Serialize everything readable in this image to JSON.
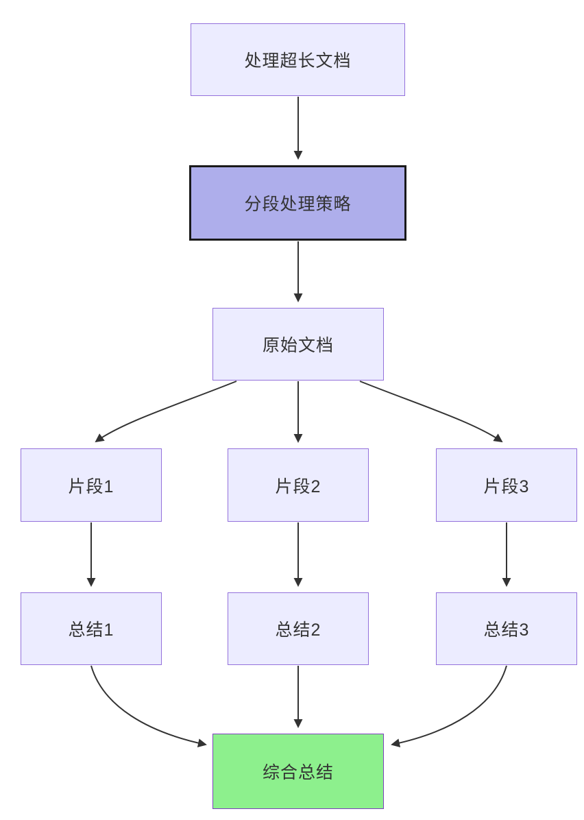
{
  "diagram": {
    "type": "flowchart",
    "direction": "top-down",
    "nodes": [
      {
        "id": "start",
        "label": "处理超长文档",
        "style": "default"
      },
      {
        "id": "strategy",
        "label": "分段处理策略",
        "style": "highlight"
      },
      {
        "id": "source_doc",
        "label": "原始文档",
        "style": "default"
      },
      {
        "id": "fragment_1",
        "label": "片段1",
        "style": "default"
      },
      {
        "id": "fragment_2",
        "label": "片段2",
        "style": "default"
      },
      {
        "id": "fragment_3",
        "label": "片段3",
        "style": "default"
      },
      {
        "id": "summary_1",
        "label": "总结1",
        "style": "default"
      },
      {
        "id": "summary_2",
        "label": "总结2",
        "style": "default"
      },
      {
        "id": "summary_3",
        "label": "总结3",
        "style": "default"
      },
      {
        "id": "final_summary",
        "label": "综合总结",
        "style": "success"
      }
    ],
    "edges": [
      {
        "from": "start",
        "to": "strategy"
      },
      {
        "from": "strategy",
        "to": "source_doc"
      },
      {
        "from": "source_doc",
        "to": "fragment_1"
      },
      {
        "from": "source_doc",
        "to": "fragment_2"
      },
      {
        "from": "source_doc",
        "to": "fragment_3"
      },
      {
        "from": "fragment_1",
        "to": "summary_1"
      },
      {
        "from": "fragment_2",
        "to": "summary_2"
      },
      {
        "from": "fragment_3",
        "to": "summary_3"
      },
      {
        "from": "summary_1",
        "to": "final_summary"
      },
      {
        "from": "summary_2",
        "to": "final_summary"
      },
      {
        "from": "summary_3",
        "to": "final_summary"
      }
    ],
    "colors": {
      "node_fill": "#ececff",
      "node_border": "#9370db",
      "highlight_fill": "#aeaeeb",
      "highlight_border": "#1a1a1a",
      "success_fill": "#8df08d",
      "success_border": "#7c3fbe",
      "edge_stroke": "#333333",
      "text": "#333333",
      "background": "#ffffff"
    }
  }
}
